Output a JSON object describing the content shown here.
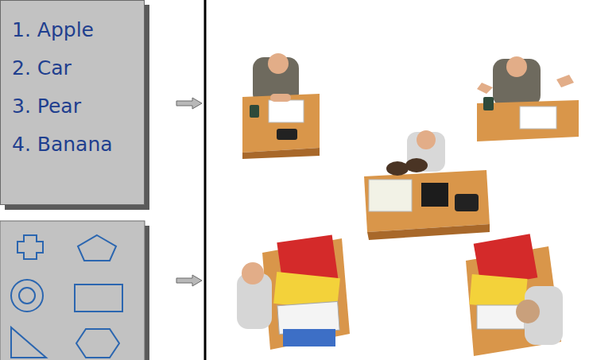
{
  "diagram": {
    "nodes": [
      {
        "text": [
          "1. Apple",
          "2. Car",
          "3. Pear",
          "4. Banana"
        ]
      }
    ]
  }
}
